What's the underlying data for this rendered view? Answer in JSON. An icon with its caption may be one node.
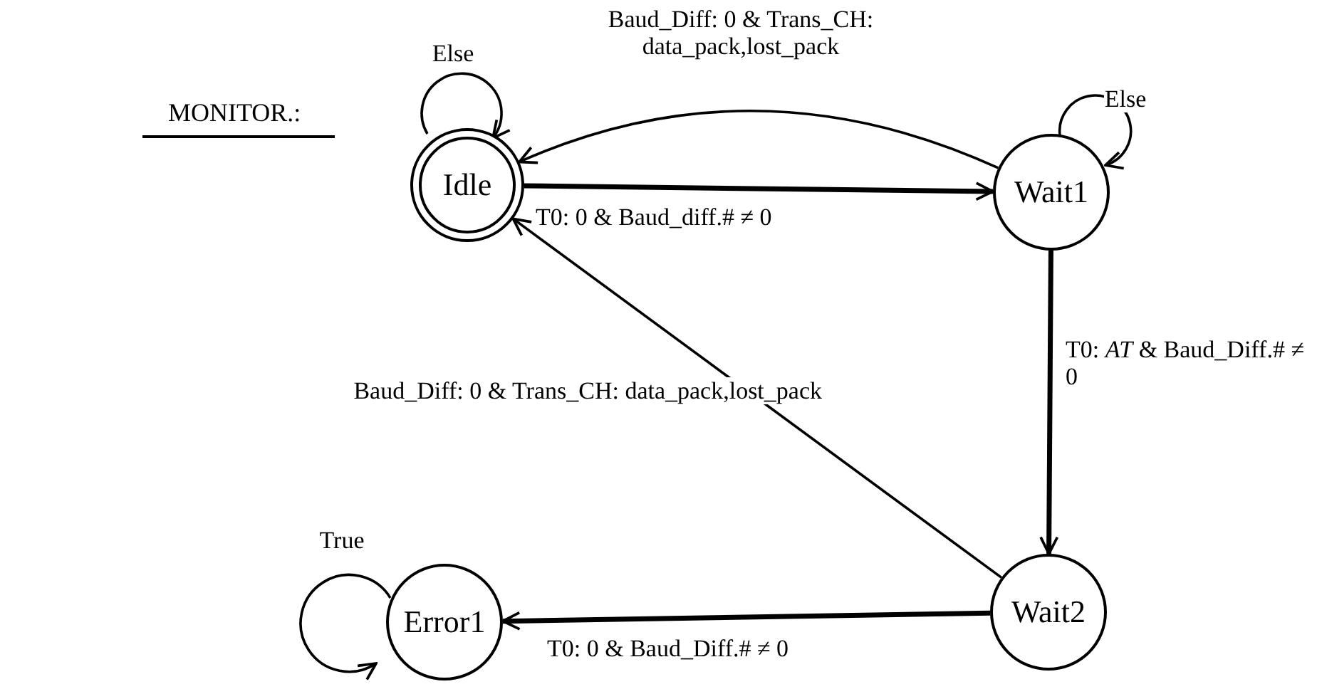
{
  "diagram": {
    "title": "MONITOR.:",
    "nodes": [
      {
        "text": [
          "Idle"
        ]
      },
      {
        "text": [
          "Wait1"
        ]
      },
      {
        "text": [
          "Wait2"
        ]
      },
      {
        "text": [
          "Error1"
        ]
      }
    ],
    "edges": [
      {
        "from": 1,
        "to": 0,
        "arrow": "to",
        "label": "Baud_Diff: 0 & Trans_CH: data_pack,lost_pack"
      },
      {
        "from": 0,
        "to": 1,
        "arrow": "to",
        "style": "thick",
        "label": "T0: 0 & Baud_diff.# ≠ 0"
      },
      {
        "from": 1,
        "to": 2,
        "arrow": "to",
        "style": "thick",
        "label": "T0: *AT* & Baud_Diff.# ≠ 0"
      },
      {
        "from": 2,
        "to": 0,
        "arrow": "to",
        "label": "Baud_Diff: 0 & Trans_CH: data_pack,lost_pack"
      },
      {
        "from": 2,
        "to": 3,
        "arrow": "to",
        "style": "thick",
        "label": "T0: 0 & Baud_Diff.# ≠ 0"
      },
      {
        "from": 0,
        "to": 0,
        "arrow": "to",
        "label": "Else"
      },
      {
        "from": 1,
        "to": 1,
        "arrow": "to",
        "label": "Else"
      },
      {
        "from": 3,
        "to": 3,
        "arrow": "to",
        "label": "True"
      }
    ]
  }
}
